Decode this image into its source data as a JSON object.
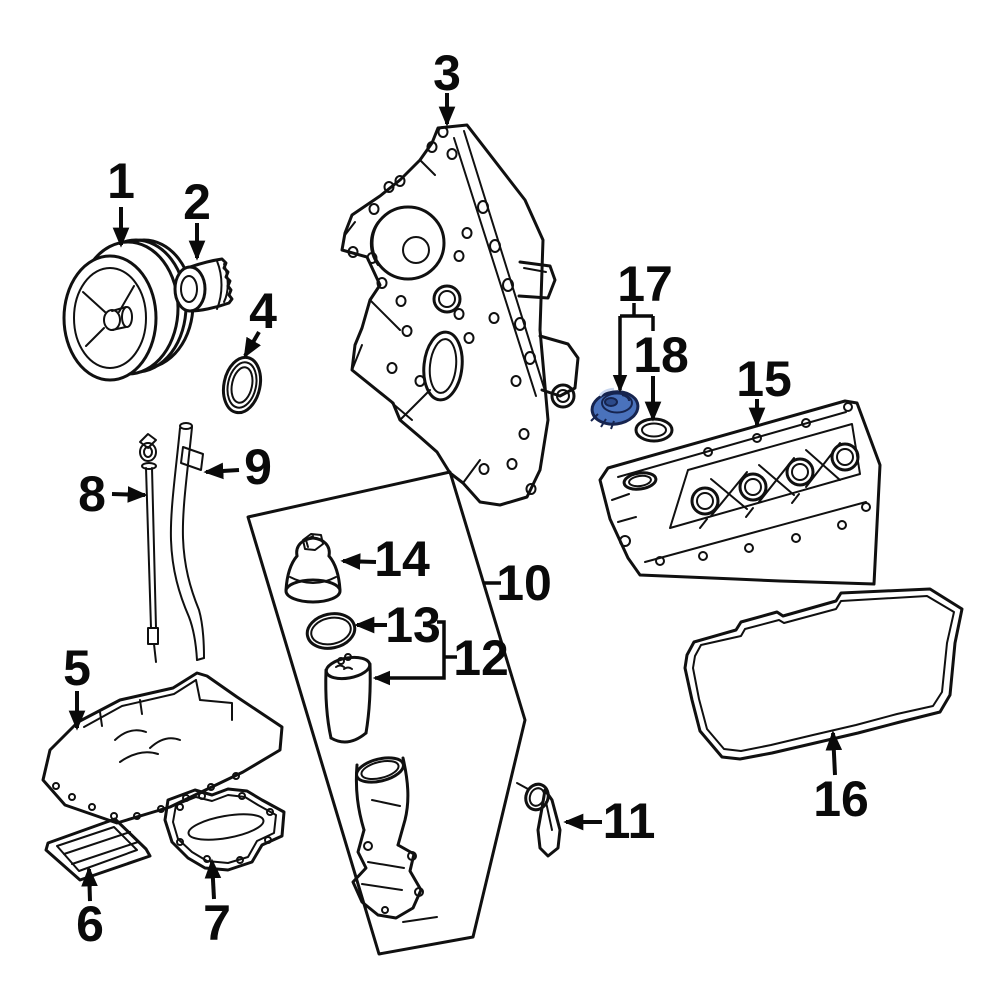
{
  "page": {
    "background": "#ffffff"
  },
  "diagram": {
    "colors": {
      "line": "#101010",
      "highlight_fill": "#4a72bc",
      "highlight_stroke": "#16244f",
      "highlight_dark": "#2c4a8a",
      "highlight_light": "#c9d6ee"
    },
    "callouts": [
      {
        "id": "1",
        "text": "1"
      },
      {
        "id": "2",
        "text": "2"
      },
      {
        "id": "3",
        "text": "3"
      },
      {
        "id": "4",
        "text": "4"
      },
      {
        "id": "5",
        "text": "5"
      },
      {
        "id": "6",
        "text": "6"
      },
      {
        "id": "7",
        "text": "7"
      },
      {
        "id": "8",
        "text": "8"
      },
      {
        "id": "9",
        "text": "9"
      },
      {
        "id": "10",
        "text": "10"
      },
      {
        "id": "11",
        "text": "11"
      },
      {
        "id": "12",
        "text": "12"
      },
      {
        "id": "13",
        "text": "13"
      },
      {
        "id": "14",
        "text": "14"
      },
      {
        "id": "15",
        "text": "15"
      },
      {
        "id": "16",
        "text": "16"
      },
      {
        "id": "17",
        "text": "17"
      },
      {
        "id": "18",
        "text": "18"
      }
    ]
  }
}
